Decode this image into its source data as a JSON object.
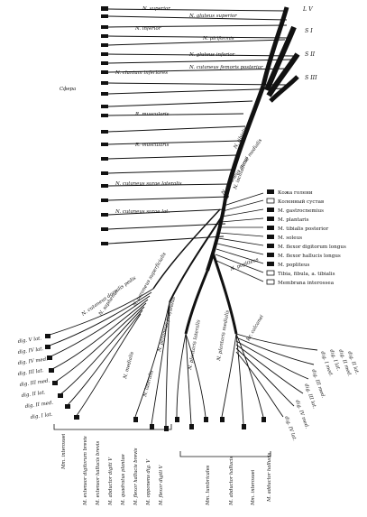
{
  "header": {
    "roots": [
      "L V",
      "S I",
      "S II",
      "S III"
    ]
  },
  "left_labels": {
    "n_superior": "N. superior",
    "n_inferior": "N. inferior",
    "clunium": "N. clunium inferiores",
    "sural": "N. cutaneus surae lateralis",
    "muscularis": "R. muscularis",
    "laterales": "N. cutaneus surae lat.",
    "stub": "Сфера"
  },
  "right_labels": {
    "glut_sup": "N. gluteus superior",
    "piriformis": "N. piriformis",
    "glut_inf": "N. gluteus inferior",
    "cut_fem": "N. cutaneus femoris posterior",
    "ischiadicus": "N. ischiadicus",
    "tibialis": "N. tibialis",
    "peron": "N. peroneus communis",
    "popliteus": "N. popliteus",
    "cut_medialis": "N. cutaneus surae medialis"
  },
  "legend": [
    {
      "label": "Кожа голени"
    },
    {
      "label": "Коленный сустав"
    },
    {
      "label": "M. gastrocnemius"
    },
    {
      "label": "M. plantaris"
    },
    {
      "label": "M. tibialis posterior"
    },
    {
      "label": "M. soleus"
    },
    {
      "label": "M. flexor digitorum longus"
    },
    {
      "label": "M. flexor hallucis longus"
    },
    {
      "label": "M. popliteus"
    },
    {
      "label": "Tibia, fibula, a. tibialis"
    },
    {
      "label": "Membrana interossea"
    }
  ],
  "lower_labels": {
    "dorsalis": "N. cutaneus dorsalis pedis",
    "saphenus": "N. saphenus",
    "superficialis": "N. peroneus superficialis",
    "profundus": "N. peroneus profundus",
    "plantaris_med": "N. plantaris medialis",
    "plantaris_lat": "N. plantaris lateralis",
    "medialis": "N. medialis",
    "lateralis": "N. lateralis",
    "calcanei": "Rr. calcanei"
  },
  "left_foot": [
    "dig. V lat.",
    "dig. IV lat.",
    "dig. IV med.",
    "dig. III lat.",
    "dig. III med.",
    "dig. II lat.",
    "dig. II med.",
    "dig. I lat."
  ],
  "right_foot": [
    "dig. I med.",
    "dig. I lat.",
    "dig. II med.",
    "dig. II lat.",
    "dig. III med.",
    "dig. III lat.",
    "dig. IV med.",
    "dig. IV lat."
  ],
  "bottom_labels": [
    "Mm. interossei",
    "M. extensor digitorum brevis",
    "M. extensor hallucis brevis",
    "M. abductor digiti V",
    "M. quadratus plantae",
    "M. flexor hallucis brevis",
    "M. opponens dig. V",
    "M. flexor digiti V",
    "Mm. lumbricales",
    "M. abductor hallucis",
    "Mm. interossei",
    "M. adductor hallucis"
  ]
}
